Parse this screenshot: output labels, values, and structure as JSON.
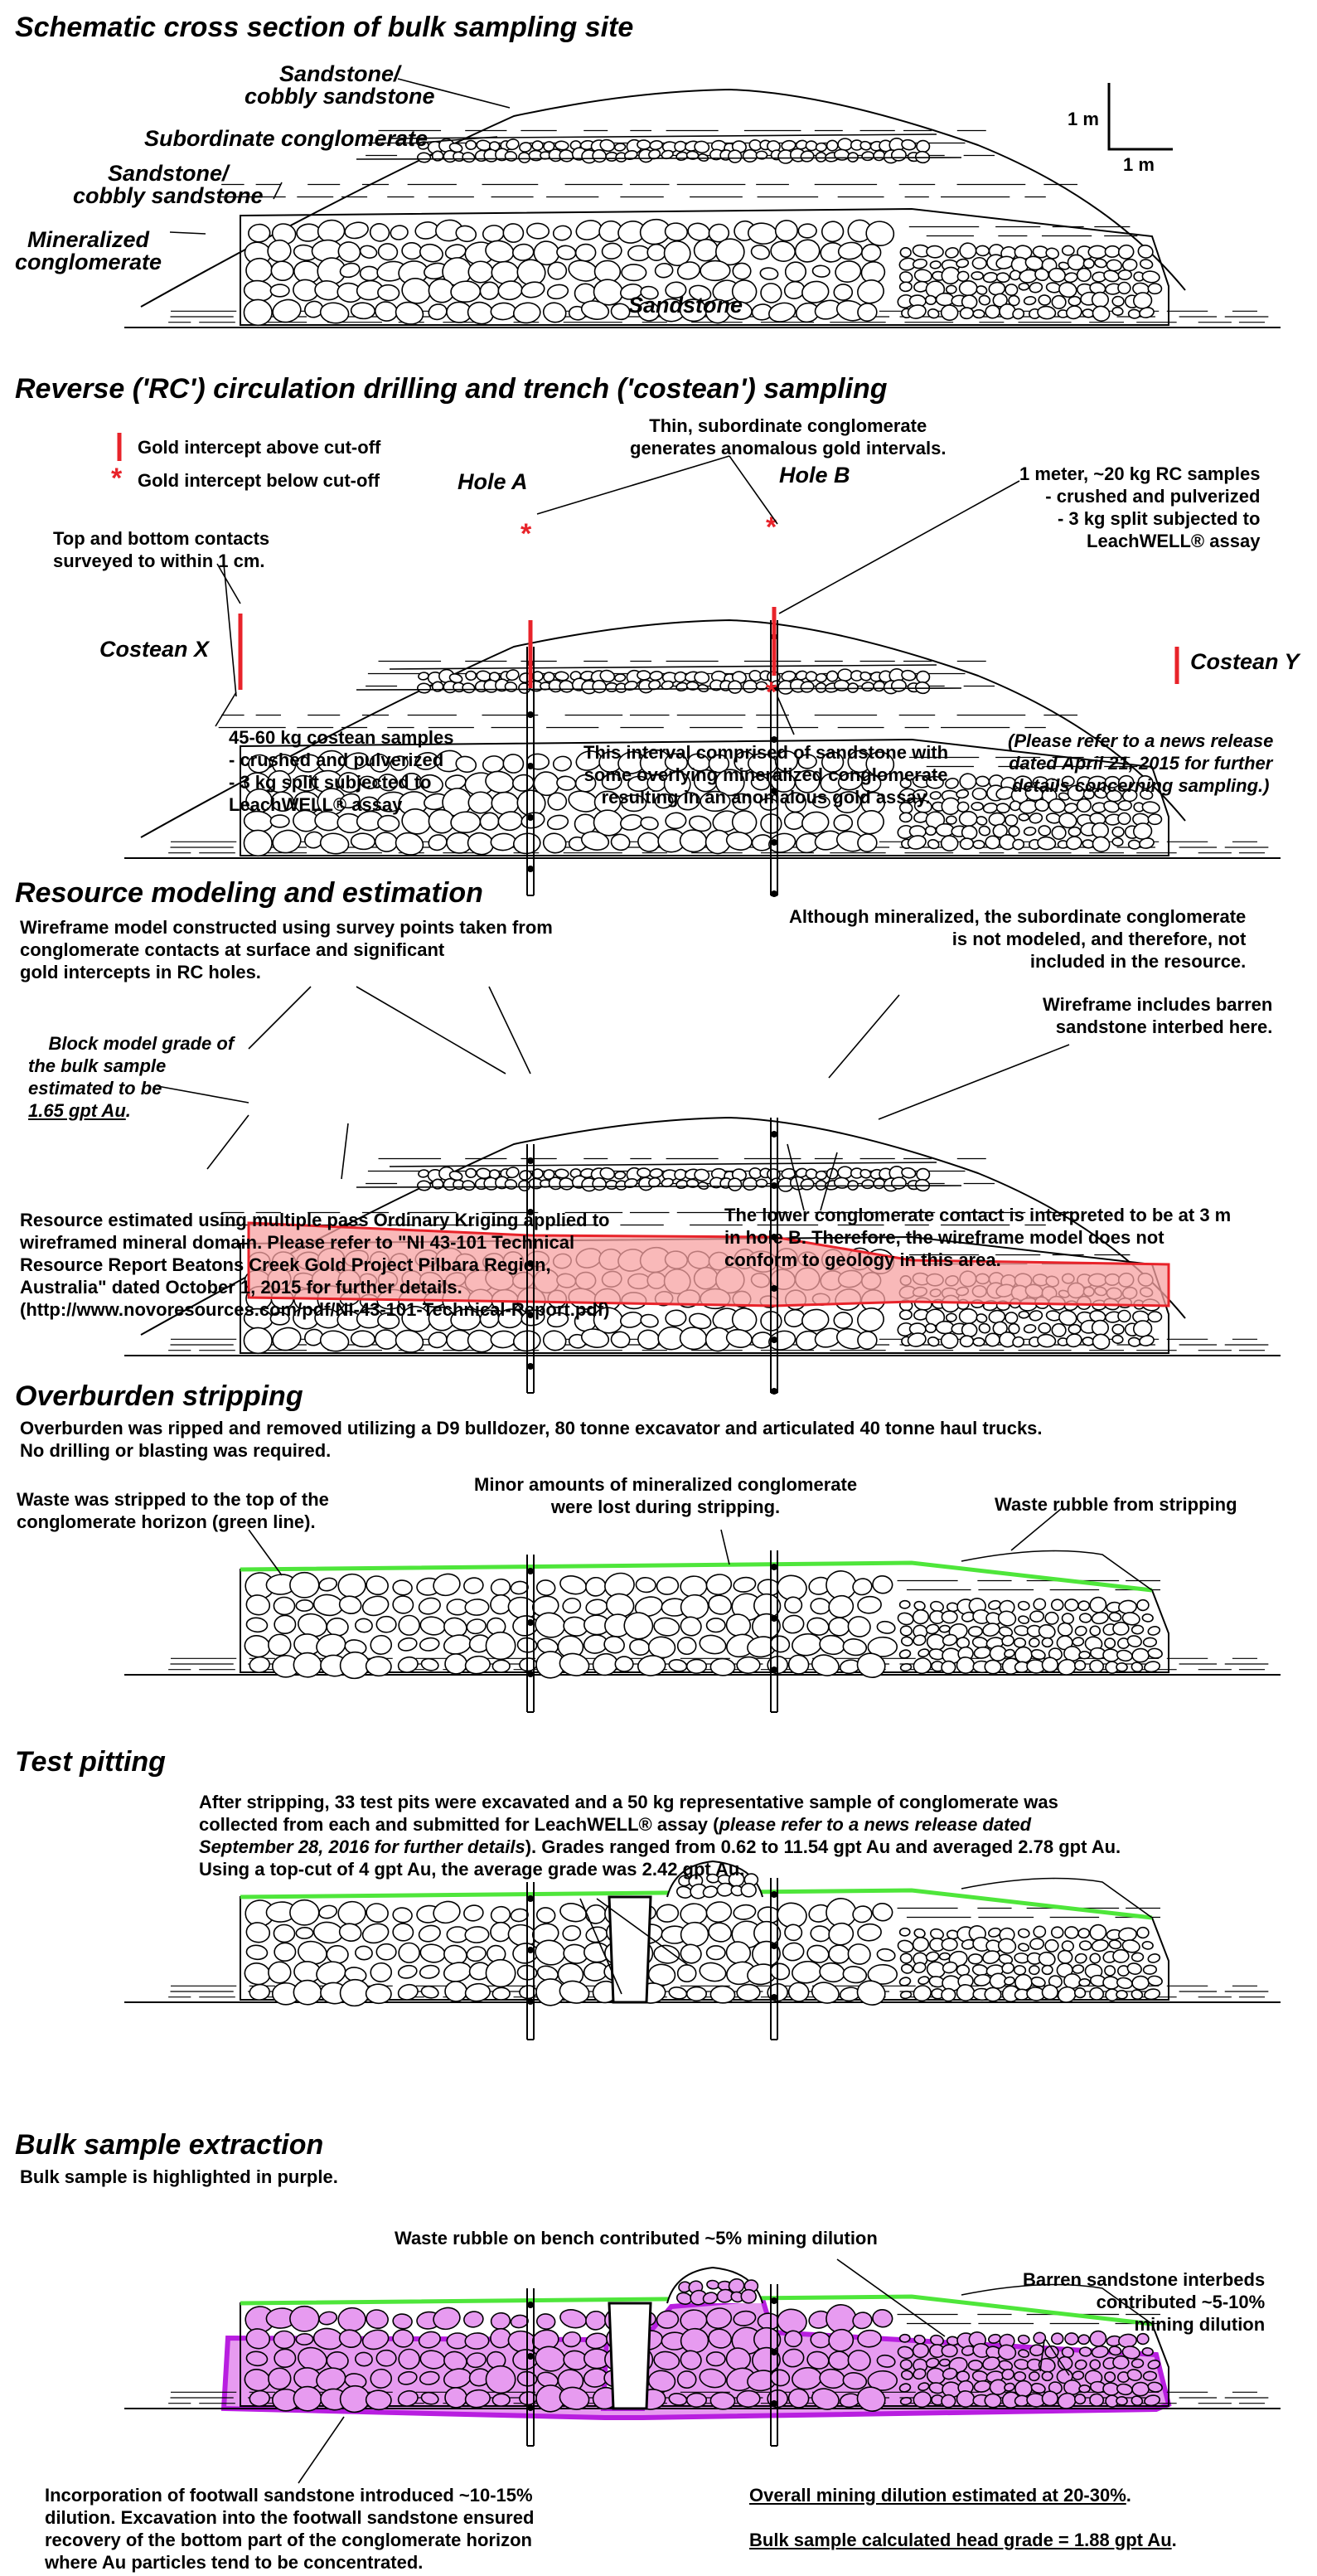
{
  "panel1": {
    "title": "Schematic cross section of bulk sampling site",
    "labels": {
      "sandstone_cobbly_top": "Sandstone/\ncobbly sandstone",
      "subordinate": "Subordinate conglomerate",
      "sandstone_cobbly_mid": "Sandstone/\ncobbly sandstone",
      "mineralized": "Mineralized\nconglomerate",
      "sandstone": "Sandstone"
    },
    "scale_v": "1 m",
    "scale_h": "1 m"
  },
  "panel2": {
    "title": "Reverse ('RC') circulation drilling and trench ('costean') sampling",
    "legend_above": "Gold intercept above cut-off",
    "legend_below": "Gold intercept below cut-off",
    "legend_below_symbol": "*",
    "hole_a": "Hole A",
    "hole_b": "Hole B",
    "costean_x": "Costean X",
    "costean_y": "Costean Y",
    "note_thin": "Thin, subordinate conglomerate\ngenerates anomalous gold intervals.",
    "note_rc": "1 meter, ~20 kg RC samples\n- crushed and pulverized\n- 3 kg split subjected to\nLeachWELL® assay",
    "note_contacts": "Top and bottom contacts\nsurveyed to within 1 cm.",
    "note_costean": "45-60 kg costean samples\n- crushed and pulverized\n- 3 kg split subjected to\nLeachWELL® assay",
    "note_interval": "This interval comprised of sandstone with\nsome overlying mineralized conglomerate\nresulting in an anomalous gold assay.",
    "note_news": "(Please refer to a news release\ndated April 21, 2015 for further\ndetails concerning sampling.)"
  },
  "panel3": {
    "title": "Resource modeling and estimation",
    "note_wireframe": "Wireframe model constructed using survey points taken from\nconglomerate contacts at surface and significant\ngold intercepts in RC holes.",
    "note_subordinate": "Although mineralized, the subordinate conglomerate\nis not modeled, and therefore, not\nincluded in the resource.",
    "note_block": "Block model grade of\nthe bulk sample\nestimated to be",
    "note_block_value": "1.65 gpt Au",
    "note_block_end": ".",
    "note_barren": "Wireframe includes barren\nsandstone interbed here.",
    "note_resource": "Resource estimated using multiple pass Ordinary Kriging applied to\nwireframed mineral domain. Please refer to \"NI 43-101 Technical\nResource Report Beatons Creek Gold Project Pilbara Region,\nAustralia\" dated October 1, 2015 for further details.\n(http://www.novoresources.com/pdf/NI-43-101-Technical-Report.pdf)",
    "note_contact": "The lower conglomerate contact is interpreted to be at 3 m\nin hole B. Therefore, the wireframe model does not\nconform to geology in this area."
  },
  "panel4": {
    "title": "Overburden stripping",
    "intro": "Overburden was ripped and removed utilizing a D9 bulldozer, 80 tonne excavator and articulated 40 tonne haul trucks.\nNo drilling or blasting was required.",
    "note_waste": "Waste was stripped to the top of the\nconglomerate horizon (green line).",
    "note_minor": "Minor amounts of mineralized conglomerate\nwere lost during stripping.",
    "note_rubble": "Waste rubble from stripping"
  },
  "panel5": {
    "title": "Test pitting",
    "text_a": "After stripping, 33 test pits were excavated and a 50 kg representative sample of conglomerate was\ncollected from each and submitted for LeachWELL® assay (",
    "text_italic": "please refer to a news release dated\nSeptember 28, 2016 for further details",
    "text_b": "). Grades ranged from 0.62 to 11.54 gpt Au and averaged 2.78 gpt Au.\nUsing a top-cut of 4 gpt Au, the average grade was 2.42 gpt Au."
  },
  "panel6": {
    "title": "Bulk sample extraction",
    "intro": "Bulk sample is highlighted in purple.",
    "note_waste": "Waste rubble on bench contributed ~5% mining dilution",
    "note_barren": "Barren sandstone interbeds\ncontributed ~5-10%\nmining dilution",
    "note_footwall": "Incorporation of footwall sandstone introduced ~10-15%\ndilution. Excavation into the footwall sandstone ensured\nrecovery of the bottom part of the conglomerate horizon\nwhere Au particles tend to be concentrated.",
    "note_overall": "Overall mining dilution estimated at 20-30%",
    "note_overall_end": ".",
    "note_head": "Bulk sample calculated head grade = 1.88 gpt Au",
    "note_head_end": "."
  },
  "colors": {
    "gold_intercept": "#e8232a",
    "resource_fill": "#f7a1a1",
    "green_line": "#4ee63a",
    "purple_fill": "#e79bf0",
    "purple_line": "#b81ee0"
  }
}
